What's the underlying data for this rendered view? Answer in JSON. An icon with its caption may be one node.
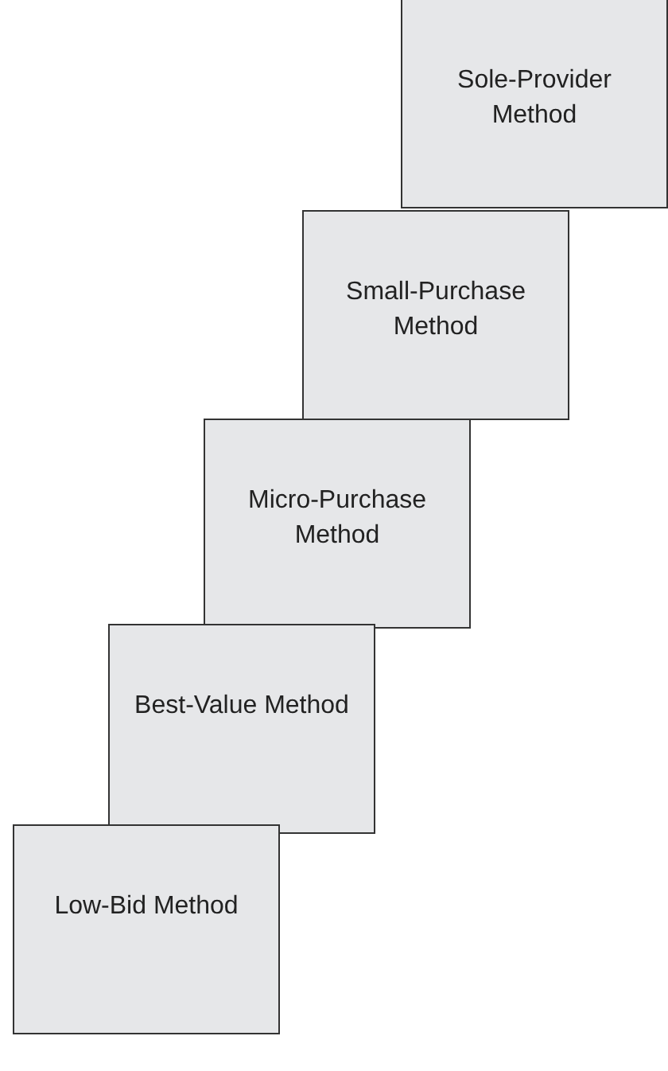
{
  "diagram": {
    "nodes": [
      {
        "text": [
          "Sole-Provider Method"
        ]
      },
      {
        "text": [
          "Small-Purchase Method"
        ]
      },
      {
        "text": [
          "Micro-Purchase Method"
        ]
      },
      {
        "text": [
          "Best-Value Method"
        ]
      },
      {
        "text": [
          "Low-Bid Method"
        ]
      }
    ]
  }
}
